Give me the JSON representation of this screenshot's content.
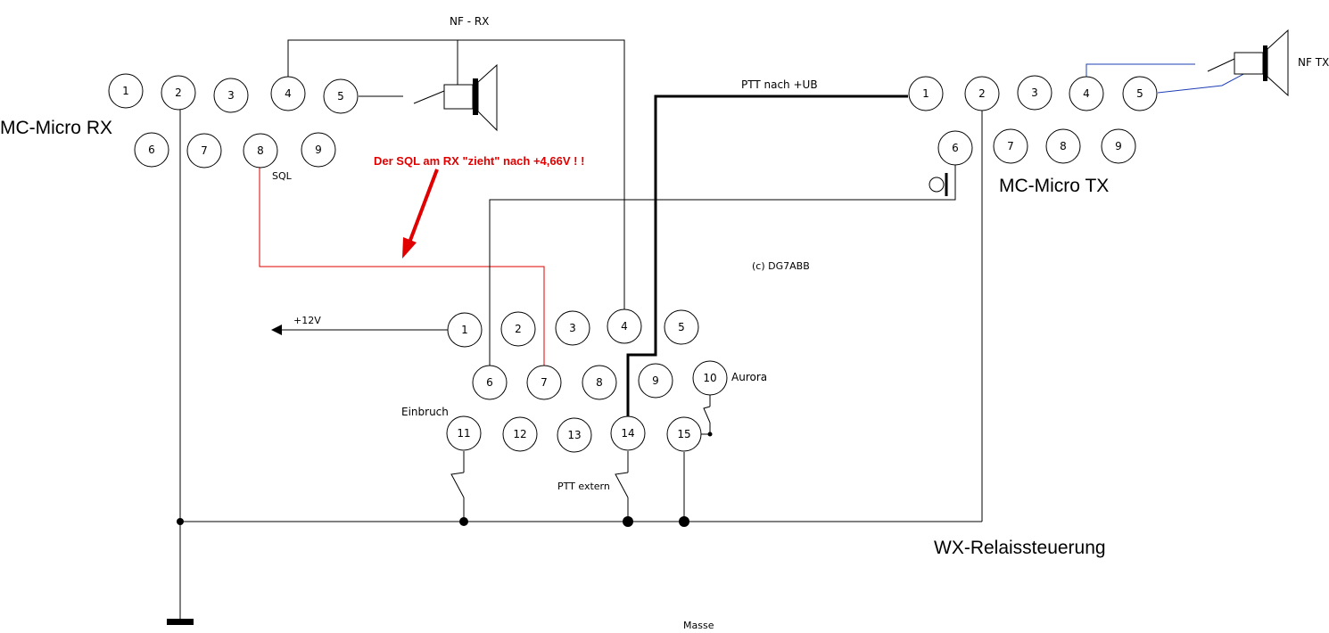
{
  "labels": {
    "rx_connector": "MC-Micro RX",
    "tx_connector": "MC-Micro TX",
    "relay_control": "WX-Relaissteuerung",
    "nf_rx": "NF - RX",
    "nf_tx": "NF TX",
    "ptt_ub": "PTT  nach +UB",
    "sql": "SQL",
    "sql_note": "Der SQL am RX \"zieht\" nach +4,66V ! !",
    "copyright": "(c) DG7ABB",
    "plus12v": "+12V",
    "aurora": "Aurora",
    "einbruch": "Einbruch",
    "ptt_extern": "PTT extern",
    "masse": "Masse"
  },
  "rx_pins": [
    "1",
    "2",
    "3",
    "4",
    "5",
    "6",
    "7",
    "8",
    "9"
  ],
  "tx_pins": [
    "1",
    "2",
    "3",
    "4",
    "5",
    "6",
    "7",
    "8",
    "9"
  ],
  "relay_pins": [
    "1",
    "2",
    "3",
    "4",
    "5",
    "6",
    "7",
    "8",
    "9",
    "10",
    "11",
    "12",
    "13",
    "14",
    "15"
  ],
  "colors": {
    "wire": "#000000",
    "sql_wire": "#e00000",
    "nf_tx_wire": "#1f3fb5"
  }
}
